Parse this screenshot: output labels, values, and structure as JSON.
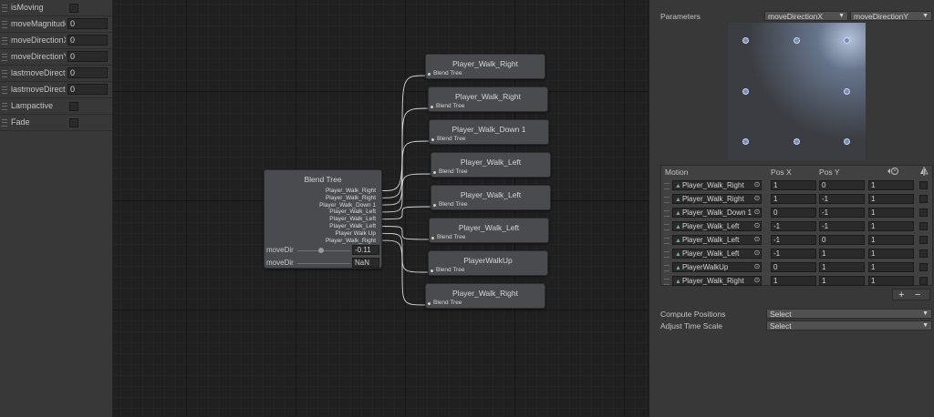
{
  "parameters_panel": {
    "items": [
      {
        "name": "isMoving",
        "type": "bool"
      },
      {
        "name": "moveMagnitude",
        "type": "float",
        "value": "0"
      },
      {
        "name": "moveDirectionX",
        "type": "float",
        "value": "0"
      },
      {
        "name": "moveDirectionY",
        "type": "float",
        "value": "0"
      },
      {
        "name": "lastmoveDirectio",
        "type": "float",
        "value": "0"
      },
      {
        "name": "lastmoveDirectio",
        "type": "float",
        "value": "0"
      },
      {
        "name": "Lampactive",
        "type": "bool"
      },
      {
        "name": "Fade",
        "type": "bool"
      }
    ]
  },
  "graph": {
    "blend_tree_node": {
      "title": "Blend Tree",
      "outputs": [
        "Player_Walk_Right",
        "Player_Walk_Right",
        "Player_Walk_Down 1",
        "Player_Walk_Left",
        "Player_Walk_Left",
        "Player_Walk_Left",
        "Player Walk Up",
        "Player_Walk_Right"
      ],
      "sliders": [
        {
          "label": "moveDir",
          "value": "-0.11",
          "fraction": 0.45
        },
        {
          "label": "moveDir",
          "value": "NaN",
          "fraction": null
        }
      ]
    },
    "child_nodes": [
      {
        "title": "Player_Walk_Right",
        "sub": "Blend Tree"
      },
      {
        "title": "Player_Walk_Right",
        "sub": "Blend Tree"
      },
      {
        "title": "Player_Walk_Down 1",
        "sub": "Blend Tree"
      },
      {
        "title": "Player_Walk_Left",
        "sub": "Blend Tree"
      },
      {
        "title": "Player_Walk_Left",
        "sub": "Blend Tree"
      },
      {
        "title": "Player_Walk_Left",
        "sub": "Blend Tree"
      },
      {
        "title": "PlayerWalkUp",
        "sub": "Blend Tree"
      },
      {
        "title": "Player_Walk_Right",
        "sub": "Blend Tree"
      }
    ]
  },
  "inspector": {
    "parameters_label": "Parameters",
    "param_x": "moveDirectionX",
    "param_y": "moveDirectionY",
    "motion_table": {
      "headers": {
        "motion": "Motion",
        "pos_x": "Pos X",
        "pos_y": "Pos Y"
      },
      "rows": [
        {
          "motion": "Player_Walk_Right",
          "pos_x": "1",
          "pos_y": "0",
          "speed": "1"
        },
        {
          "motion": "Player_Walk_Right",
          "pos_x": "1",
          "pos_y": "-1",
          "speed": "1"
        },
        {
          "motion": "Player_Walk_Down 1",
          "pos_x": "0",
          "pos_y": "-1",
          "speed": "1"
        },
        {
          "motion": "Player_Walk_Left",
          "pos_x": "-1",
          "pos_y": "-1",
          "speed": "1"
        },
        {
          "motion": "Player_Walk_Left",
          "pos_x": "-1",
          "pos_y": "0",
          "speed": "1"
        },
        {
          "motion": "Player_Walk_Left",
          "pos_x": "-1",
          "pos_y": "1",
          "speed": "1"
        },
        {
          "motion": "PlayerWalkUp",
          "pos_x": "0",
          "pos_y": "1",
          "speed": "1"
        },
        {
          "motion": "Player_Walk_Right",
          "pos_x": "1",
          "pos_y": "1",
          "speed": "1"
        }
      ]
    },
    "add_label": "+",
    "remove_label": "−",
    "compute_positions_label": "Compute Positions",
    "compute_positions_value": "Select",
    "adjust_time_scale_label": "Adjust Time Scale",
    "adjust_time_scale_value": "Select"
  },
  "icons": {
    "drag_handle": "drag-handle-icon",
    "animation_clip": "animation-clip-icon",
    "object_picker": "object-picker-icon",
    "speed_clock": "speed-clock-icon",
    "mirror": "mirror-icon"
  },
  "colors": {
    "panel_bg": "#383838",
    "graph_bg": "#202020",
    "node_bg": "#494b4f",
    "plane_point": "#6f8ec3",
    "clip_icon": "#6fae9a"
  }
}
